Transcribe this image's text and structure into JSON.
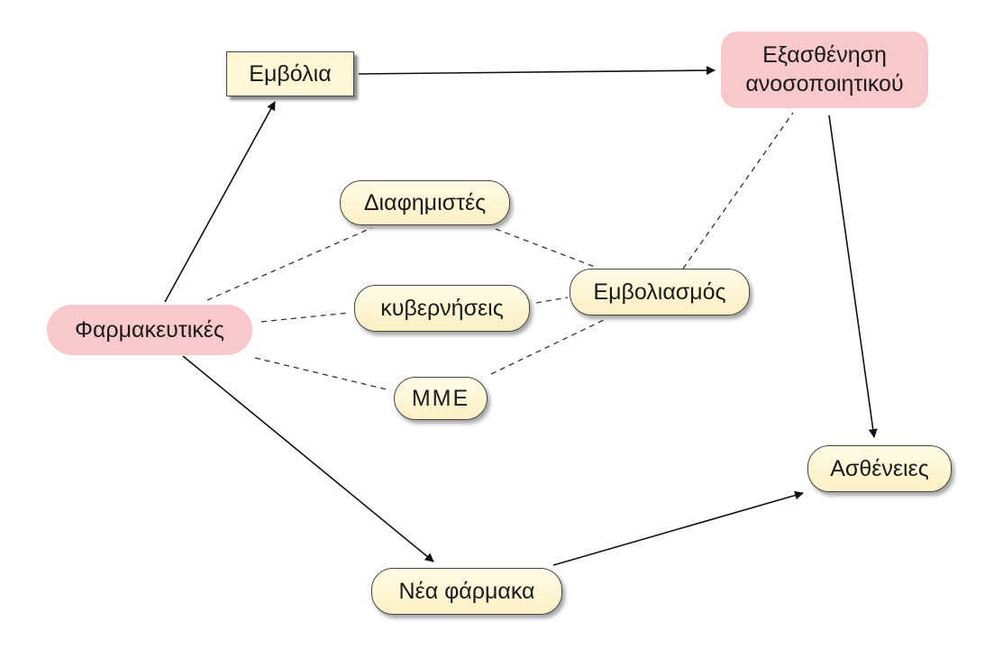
{
  "nodes": {
    "emvolia": "Εμβόλια",
    "exasthenisi_line1": "Εξασθένηση",
    "exasthenisi_line2": "ανοσοποιητικού",
    "diafimistes": "Διαφημιστές",
    "kyverniseis": "κυβερνήσεις",
    "emvoliasmos": "Εμβολιασμός",
    "farmakeftikes": "Φαρμακευτικές",
    "mme": "ΜΜΕ",
    "astheneies": "Ασθένειες",
    "nea_farmaka": "Νέα φάρμακα"
  },
  "colors": {
    "pill_fill": "#fdf5d2",
    "pink_fill": "#f8c8cb",
    "line": "#111111"
  }
}
